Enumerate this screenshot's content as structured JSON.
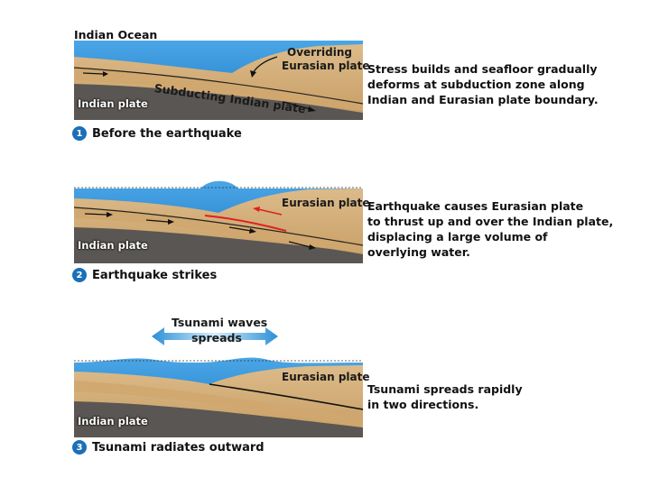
{
  "heading": "Indian Ocean",
  "panels": [
    {
      "step": "1",
      "caption": "Before the earthquake",
      "labels": {
        "overriding": [
          "Overriding",
          "Eurasian plate"
        ],
        "subducting": "Subducting Indian plate",
        "indian": "Indian plate"
      },
      "description": [
        "Stress builds and seafloor gradually",
        "deforms at subduction zone along",
        "Indian and Eurasian plate boundary."
      ]
    },
    {
      "step": "2",
      "caption": "Earthquake strikes",
      "labels": {
        "eurasian": "Eurasian plate",
        "indian": "Indian plate"
      },
      "description": [
        "Earthquake causes Eurasian plate",
        "to thrust up and over the Indian plate,",
        "displacing a large volume of",
        "overlying water."
      ]
    },
    {
      "step": "3",
      "caption": "Tsunami radiates outward",
      "labels": {
        "eurasian": "Eurasian plate",
        "indian": "Indian plate"
      },
      "description": [
        "Tsunami spreads rapidly",
        "in two directions."
      ],
      "wave_label": [
        "Tsunami waves",
        "spreads"
      ]
    }
  ],
  "colors": {
    "ocean": "#2b8fd6",
    "sediment": "#d2ad78",
    "mantle": "#5a5653",
    "step_badge": "#1b6fb8",
    "rupture": "#e02020"
  }
}
